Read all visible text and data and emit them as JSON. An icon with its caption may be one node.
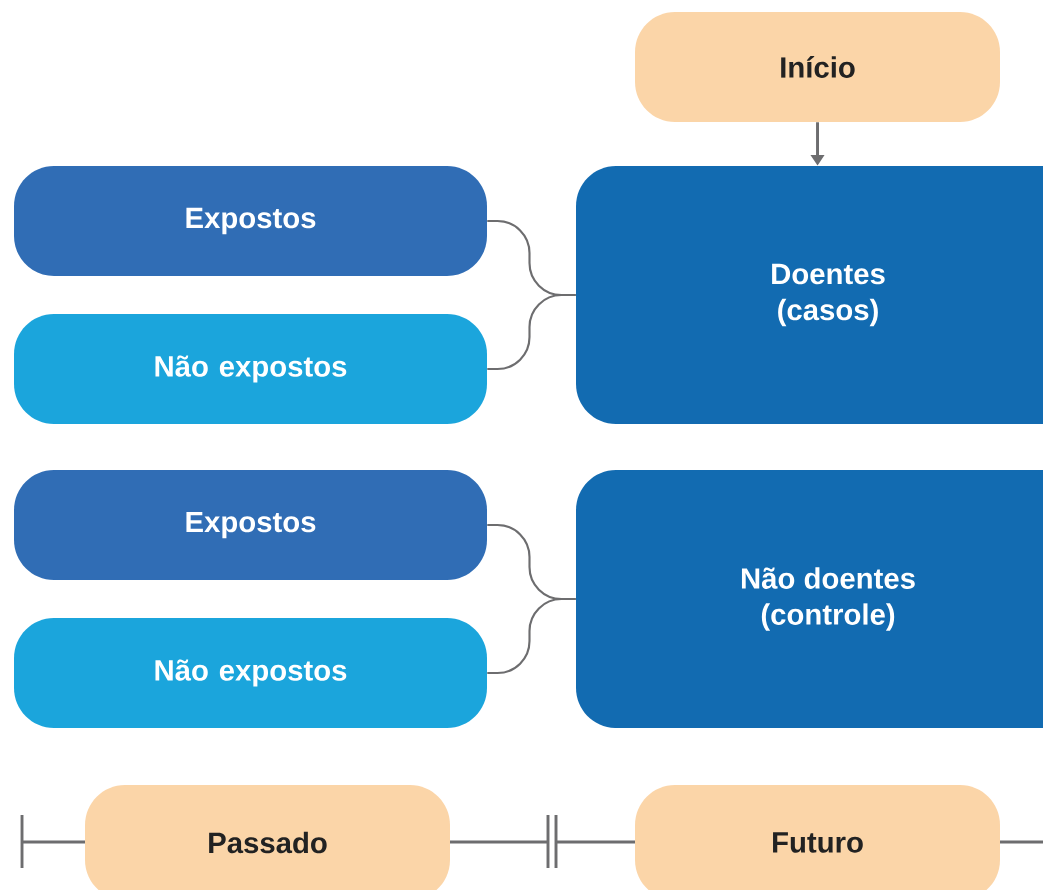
{
  "diagram": {
    "nodes": [
      {
        "text": [
          "Início"
        ]
      },
      {
        "text": [
          "Expostos"
        ]
      },
      {
        "text": [
          "Não expostos"
        ]
      },
      {
        "text": [
          "Doentes (casos)"
        ]
      },
      {
        "text": [
          "Expostos"
        ]
      },
      {
        "text": [
          "Não expostos"
        ]
      },
      {
        "text": [
          "Não doentes (controle)"
        ]
      },
      {
        "text": [
          "Passado"
        ]
      },
      {
        "text": [
          "Futuro"
        ]
      }
    ],
    "edges": [
      {
        "from": 0,
        "to": 3,
        "arrow": "to"
      },
      {
        "from": 1,
        "to": 3,
        "arrow": "none"
      },
      {
        "from": 2,
        "to": 3,
        "arrow": "none"
      },
      {
        "from": 4,
        "to": 6,
        "arrow": "none"
      },
      {
        "from": 5,
        "to": 6,
        "arrow": "none"
      }
    ]
  }
}
